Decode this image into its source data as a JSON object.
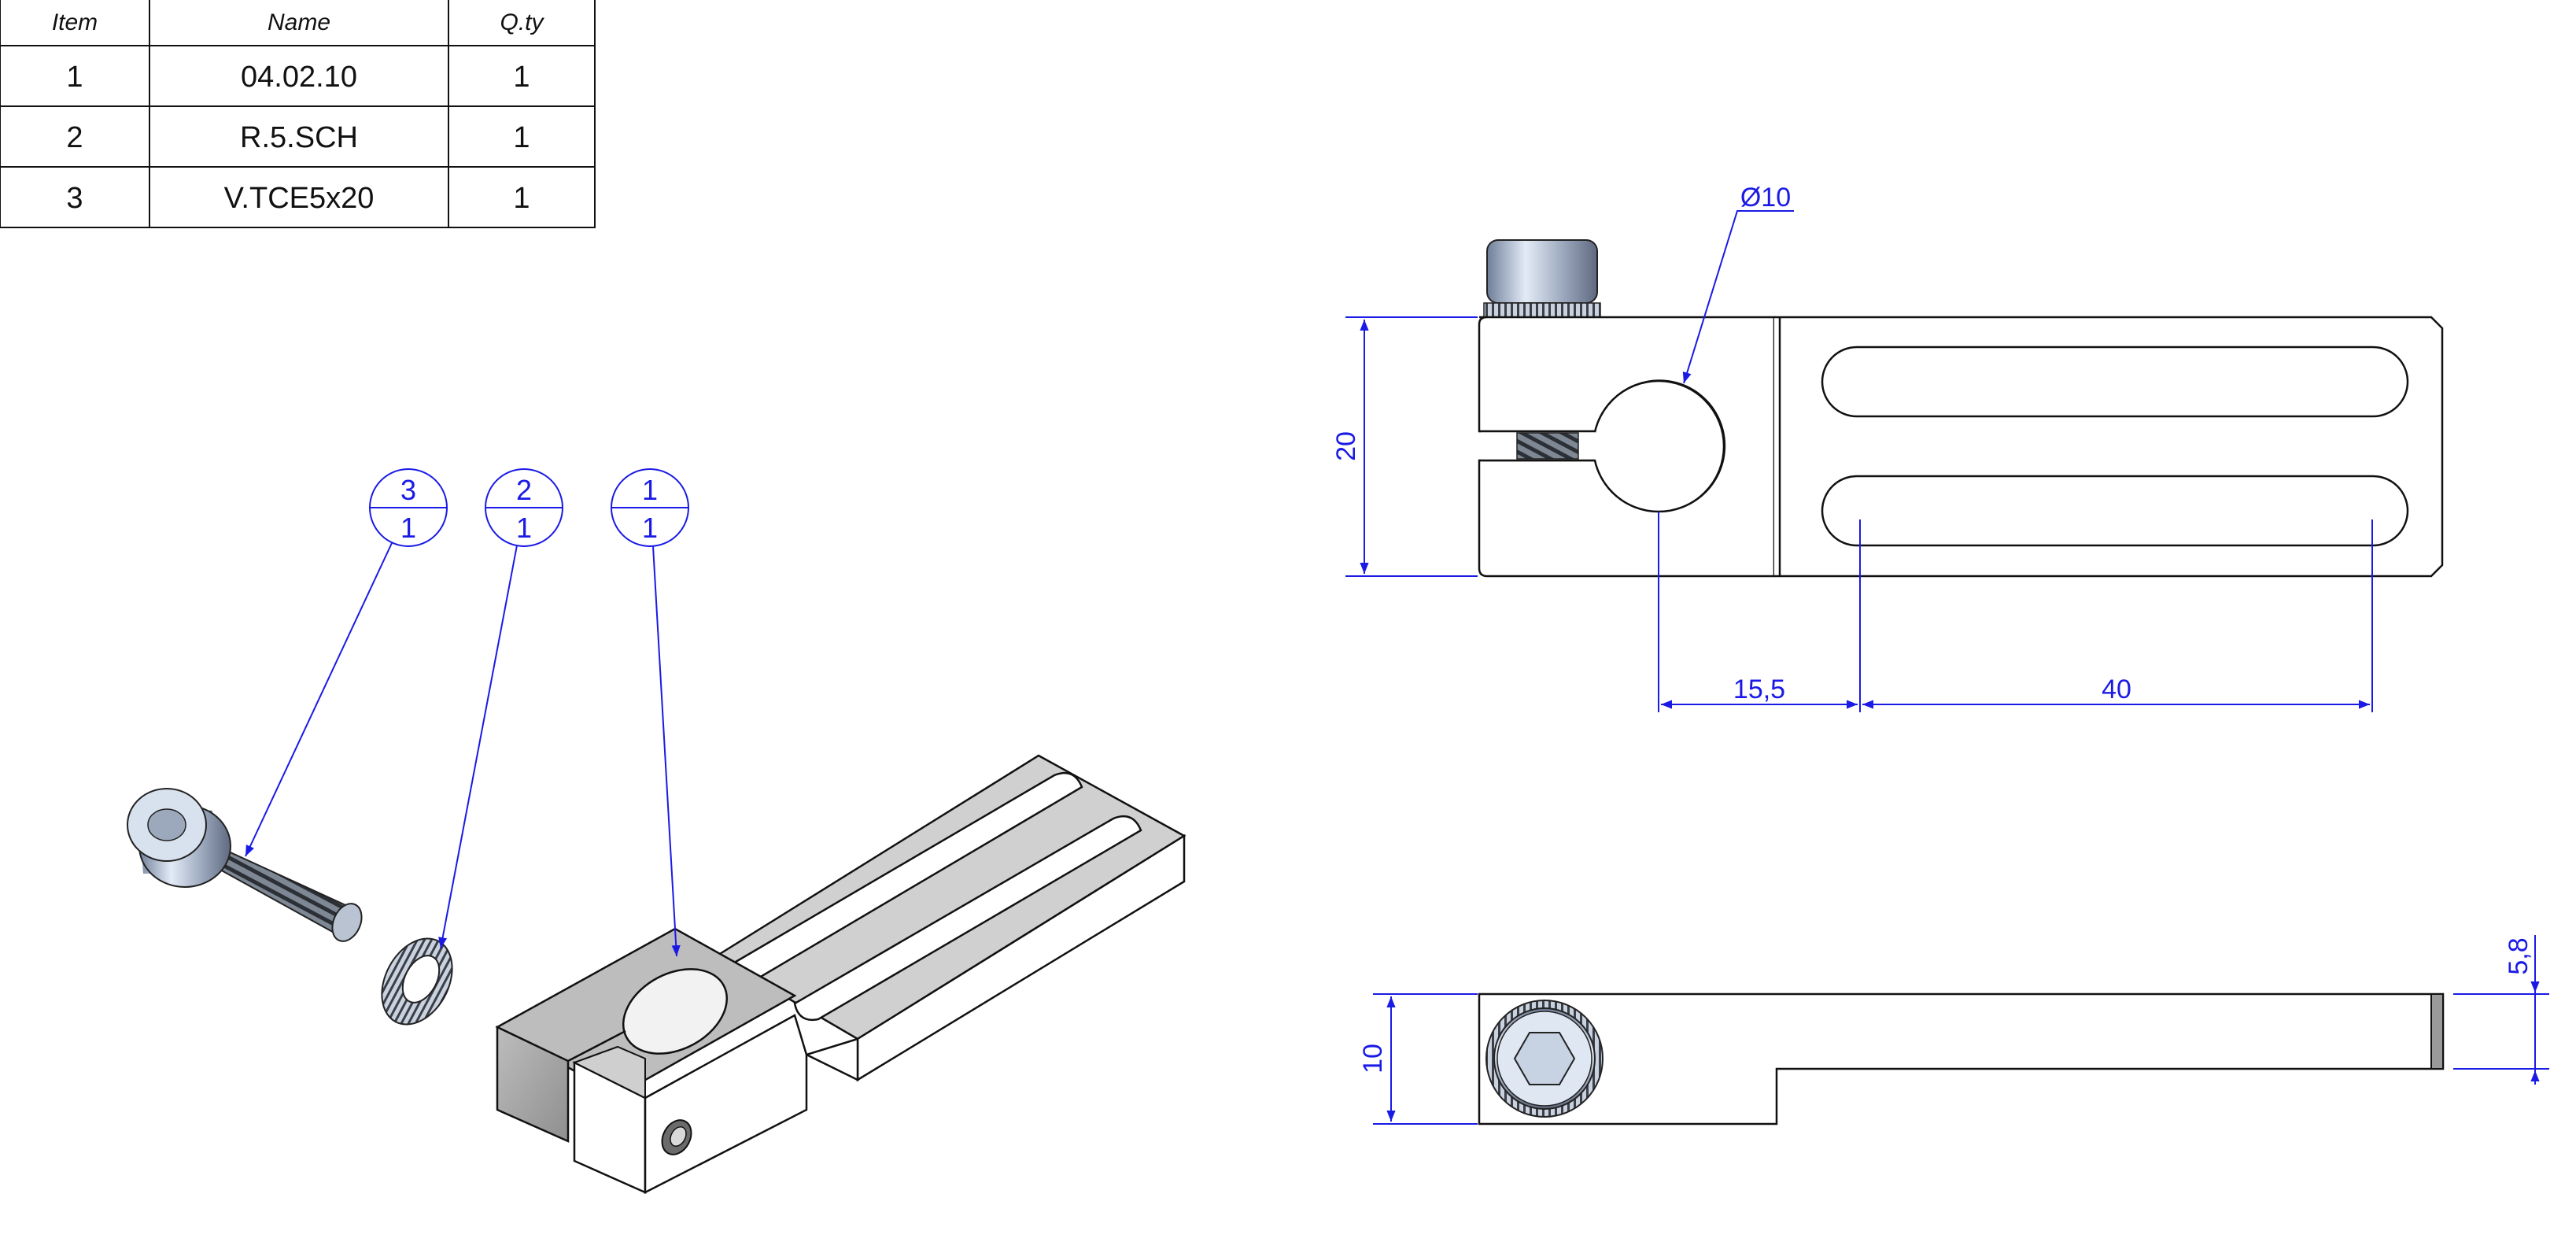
{
  "bom": {
    "headers": [
      "Item",
      "Name",
      "Q.ty"
    ],
    "rows": [
      [
        "1",
        "04.02.10",
        "1"
      ],
      [
        "2",
        "R.5.SCH",
        "1"
      ],
      [
        "3",
        "V.TCE5x20",
        "1"
      ]
    ]
  },
  "balloons": [
    {
      "item": "3",
      "qty": "1"
    },
    {
      "item": "2",
      "qty": "1"
    },
    {
      "item": "1",
      "qty": "1"
    }
  ],
  "dimensions": {
    "hole_diameter": "Ø10",
    "height": "20",
    "hole_offset": "15,5",
    "slot_length": "40",
    "thickness": "10",
    "step": "5,8"
  },
  "colors": {
    "dimension": "#1a1ae6",
    "edge": "#111111",
    "fill": "#ffffff"
  }
}
